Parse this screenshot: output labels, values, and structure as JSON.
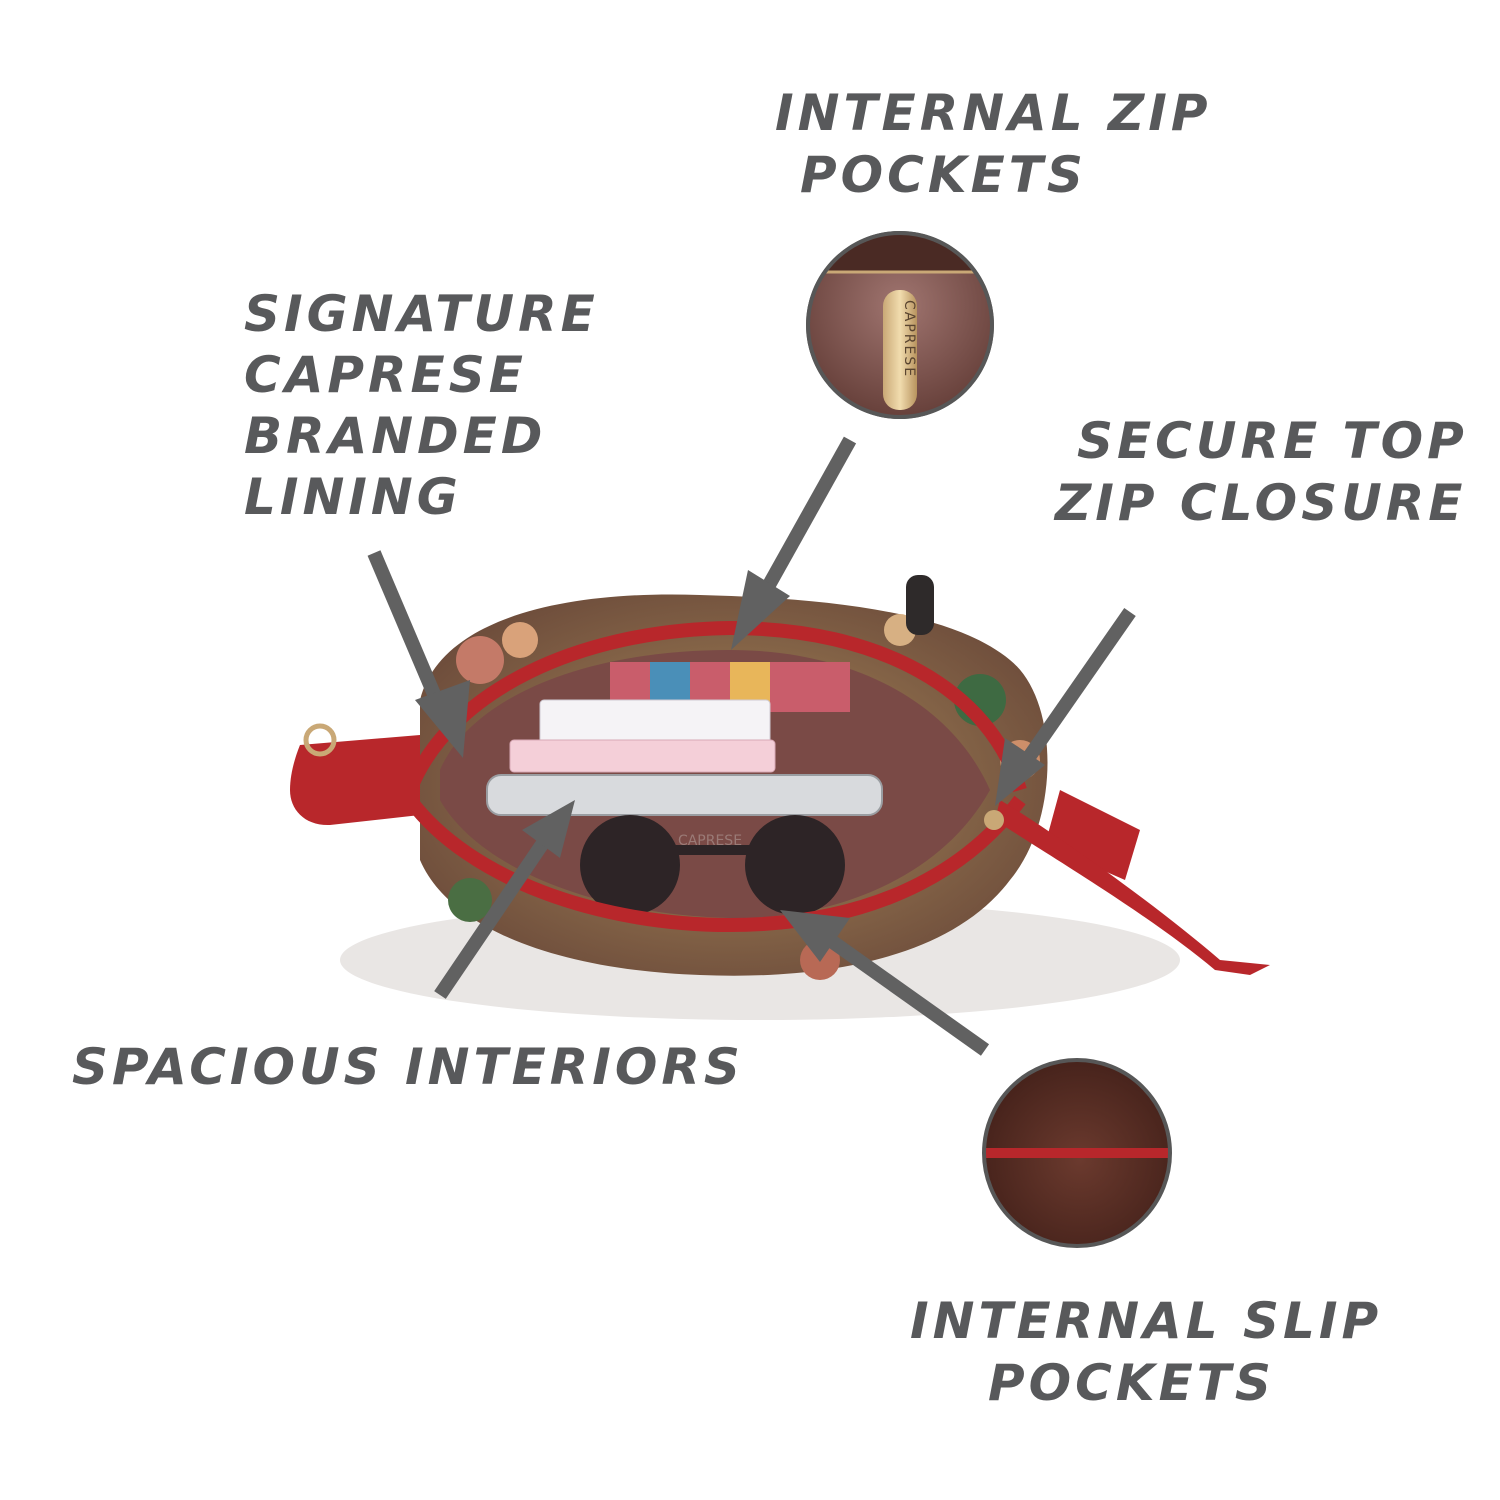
{
  "labels": {
    "internal_zip": {
      "line1": "INTERNAL ZIP",
      "line2": "POCKETS"
    },
    "signature": {
      "line1": "SIGNATURE",
      "line2": "CAPRESE",
      "line3": "BRANDED",
      "line4": "LINING"
    },
    "secure_zip": {
      "line1": "SECURE TOP",
      "line2": "ZIP CLOSURE"
    },
    "spacious": {
      "line1": "SPACIOUS INTERIORS"
    },
    "internal_slip": {
      "line1": "INTERNAL SLIP",
      "line2": "POCKETS"
    }
  },
  "brand": {
    "puller_text": "CAPRESE",
    "lining_text": "CAPRESE"
  },
  "colors": {
    "text": "#58595b",
    "arrow": "#616161",
    "bag_red": "#b8272b",
    "lining": "#7a4a46"
  }
}
